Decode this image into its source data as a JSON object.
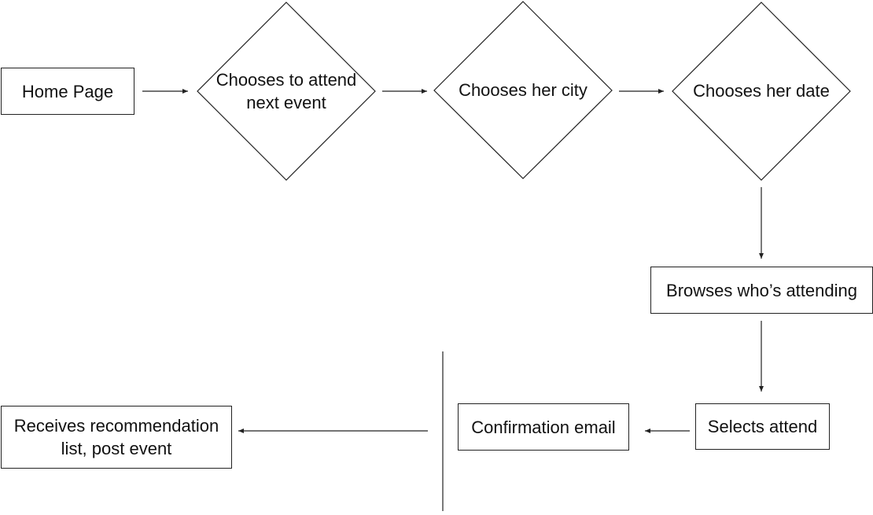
{
  "diagram": {
    "nodes": {
      "home_page": "Home Page",
      "choose_attend": "Chooses to attend next event",
      "choose_city": "Chooses her city",
      "choose_date": "Chooses her date",
      "browse_attending": "Browses who’s attending",
      "selects_attend": "Selects attend",
      "confirmation_email": "Confirmation email",
      "receives_recommendation": "Receives recommendation list, post event"
    },
    "colors": {
      "stroke": "#222222",
      "background": "#ffffff",
      "text": "#111111"
    }
  }
}
